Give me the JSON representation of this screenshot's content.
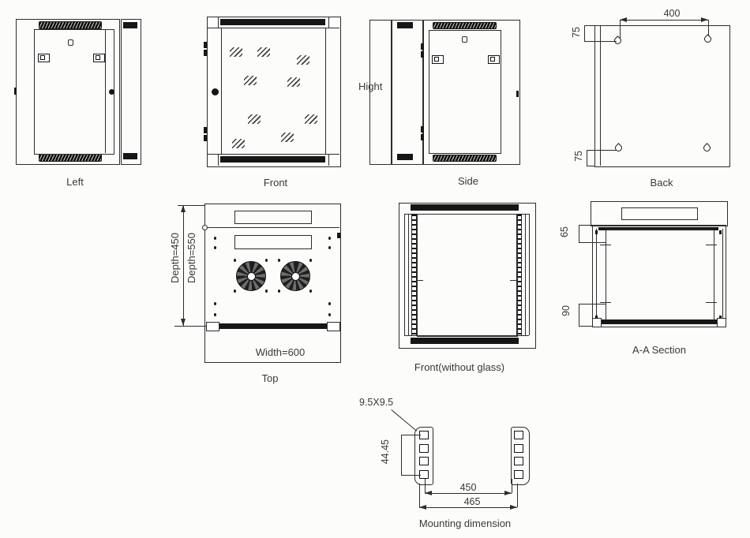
{
  "diagram": {
    "colors": {
      "line": "#2d2d2d",
      "text": "#3a3a33",
      "fill_black": "#161616",
      "background": "#fcfcfa"
    },
    "views": {
      "left": {
        "label": "Left"
      },
      "front": {
        "label": "Front"
      },
      "side": {
        "label": "Side",
        "dim_height": "Hight"
      },
      "back": {
        "label": "Back",
        "dim_hole_spacing": "400",
        "dim_top_offset": "75",
        "dim_bottom_offset": "75"
      },
      "top": {
        "label": "Top",
        "dim_depth_inner": "Depth=450",
        "dim_depth_outer": "Depth=550",
        "dim_width": "Width=600"
      },
      "front_without_glass": {
        "label": "Front(without glass)"
      },
      "aa_section": {
        "label": "A-A Section",
        "dim_top": "65",
        "dim_bottom": "90"
      },
      "mounting": {
        "label": "Mounting dimension",
        "dim_hole": "9.5X9.5",
        "dim_pitch": "44.45",
        "dim_inner": "450",
        "dim_outer": "465"
      }
    }
  }
}
